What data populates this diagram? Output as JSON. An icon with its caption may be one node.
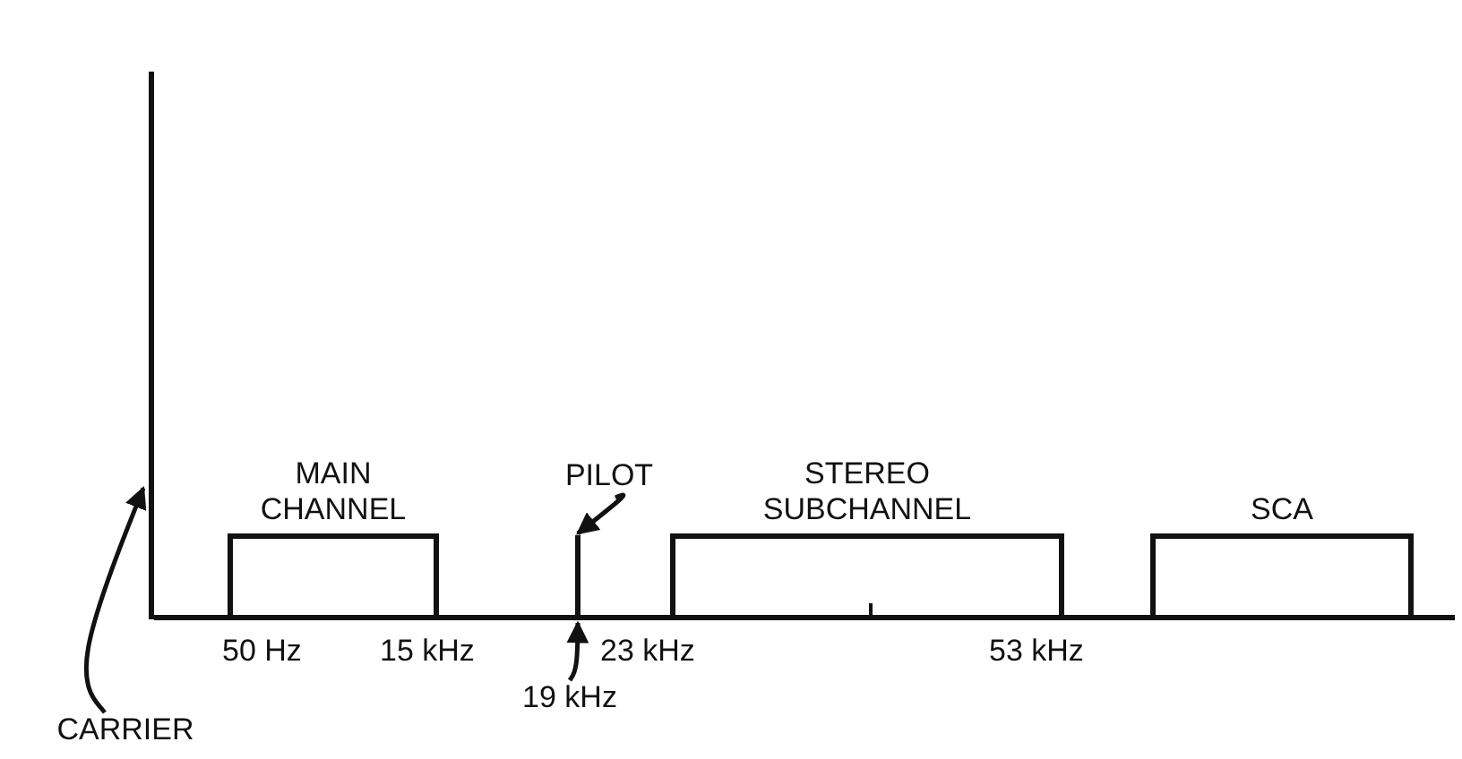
{
  "diagram": {
    "nodes": [
      {
        "text": [],
        "shape": "bar"
      },
      {
        "text": [
          "CARRIER"
        ]
      },
      {
        "text": [
          "MAIN CHANNEL"
        ]
      },
      {
        "text": [
          "PILOT"
        ]
      },
      {
        "text": [],
        "shape": "bar"
      },
      {
        "text": [
          "STEREO SUBCHANNEL"
        ]
      },
      {
        "text": [
          "SCA"
        ]
      },
      {
        "text": [
          "19 kHz"
        ]
      }
    ],
    "edges": [
      {
        "from": 1,
        "to": 0,
        "arrow": "to"
      },
      {
        "from": 3,
        "to": 4,
        "arrow": "to"
      },
      {
        "from": 7,
        "to": 4,
        "arrow": "to"
      }
    ],
    "labels": [
      "50 Hz",
      "15 kHz",
      "23 kHz",
      "53 kHz"
    ]
  }
}
